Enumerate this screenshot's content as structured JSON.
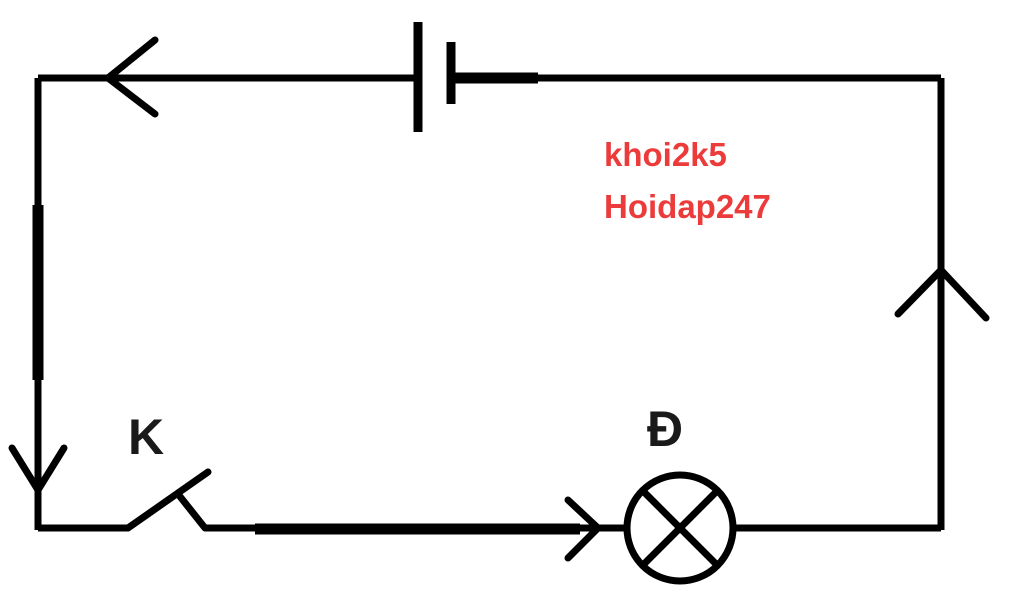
{
  "labels": {
    "switch": "K",
    "lamp": "Đ"
  },
  "watermark": {
    "line1": "khoi2k5",
    "line2": "Hoidap247",
    "color": "#ec3b3b"
  },
  "colors": {
    "wire": "#000000",
    "background": "#ffffff"
  }
}
